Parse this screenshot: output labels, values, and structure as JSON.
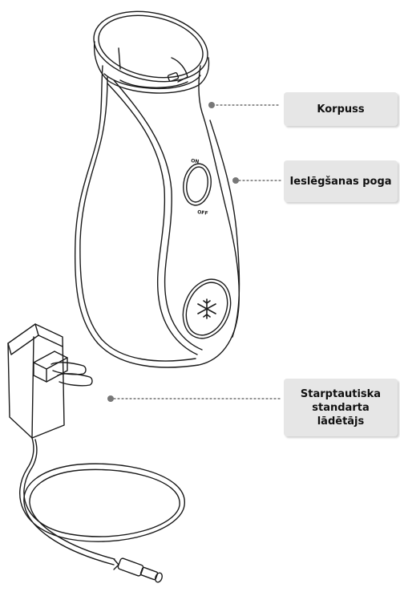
{
  "labels": {
    "body": "Korpuss",
    "power_button": "Ieslēgšanas poga",
    "charger": "Starptautiska standarta lādētājs"
  },
  "switch_text": {
    "on": "ON",
    "off": "OFF"
  },
  "colors": {
    "line": "#1a1a1a",
    "callout_bg": "#e6e6e6",
    "dot": "#777777"
  }
}
